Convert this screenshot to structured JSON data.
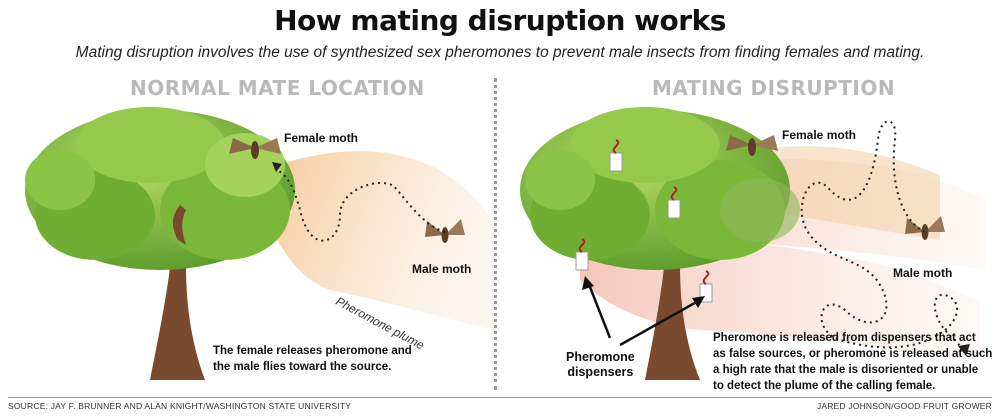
{
  "header": {
    "title": "How mating disruption works",
    "subtitle": "Mating disruption involves the use of synthesized sex pheromones to prevent male insects from finding females and mating."
  },
  "left_panel": {
    "heading": "NORMAL MATE LOCATION",
    "female_label": "Female moth",
    "male_label": "Male moth",
    "plume_label": "Pheromone plume",
    "caption_line1": "The female releases pheromone and",
    "caption_line2": "the male flies toward the source."
  },
  "right_panel": {
    "heading": "MATING DISRUPTION",
    "female_label": "Female moth",
    "male_label": "Male moth",
    "dispensers_line1": "Pheromone",
    "dispensers_line2": "dispensers",
    "caption_line1": "Pheromone is released from dispensers that act",
    "caption_line2": "as false sources, or pheromone is released at such",
    "caption_line3": "a high rate that the male is disoriented or unable",
    "caption_line4": "to detect the plume of the calling female."
  },
  "footer": {
    "source": "SOURCE: JAY F. BRUNNER AND ALAN KNIGHT/WASHINGTON STATE UNIVERSITY",
    "credit": "JARED JOHNSON/GOOD FRUIT GROWER"
  },
  "colors": {
    "trunk": "#7a4a2e",
    "leaf_dark": "#5c9a2c",
    "leaf_light": "#a8d35a",
    "plume": "#f2c89a",
    "disruption_plume": "#eeb6a8",
    "moth": "#8a6a48",
    "heading_gray": "#b9b9b9"
  }
}
